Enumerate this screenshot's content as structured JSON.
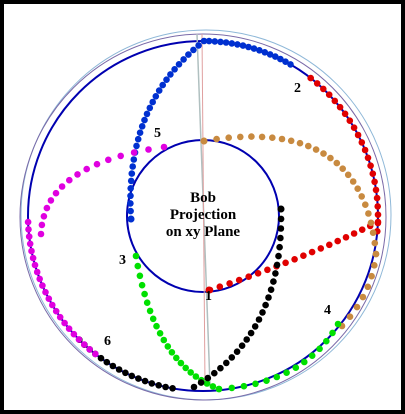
{
  "caption": {
    "line1": "Bob",
    "line2": "Projection",
    "line3": "on  xy Plane"
  },
  "labels": [
    "1",
    "2",
    "3",
    "4",
    "5",
    "6"
  ],
  "colors": {
    "outer_circle": "#0000b0",
    "inner_circle": "#0000b0",
    "guide_circle": "#90b0e0",
    "red": "#e00000",
    "blue": "#0030d0",
    "brown": "#c88a40",
    "green": "#00e000",
    "black": "#000000",
    "magenta": "#e000e0"
  }
}
